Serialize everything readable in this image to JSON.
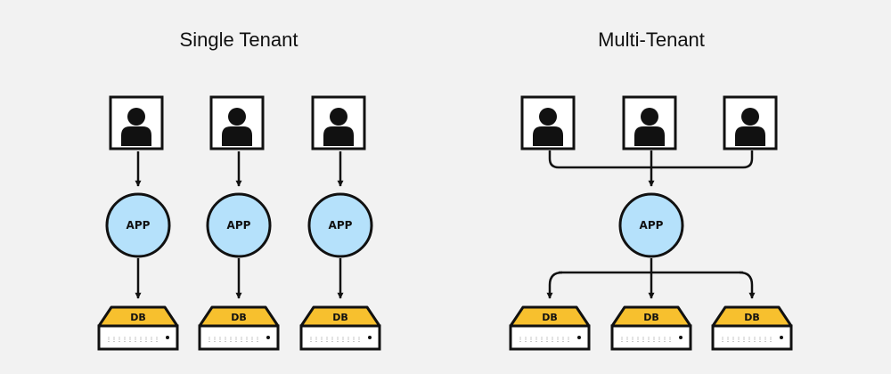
{
  "diagram": {
    "single_tenant": {
      "title": "Single Tenant",
      "app_labels": [
        "APP",
        "APP",
        "APP"
      ],
      "db_labels": [
        "DB",
        "DB",
        "DB"
      ]
    },
    "multi_tenant": {
      "title": "Multi-Tenant",
      "app_label": "APP",
      "db_labels": [
        "DB",
        "DB",
        "DB"
      ]
    }
  },
  "colors": {
    "background": "#f2f2f2",
    "app_fill": "#b5e1fb",
    "db_fill": "#f7c02e",
    "stroke": "#111111",
    "user_fill": "#ffffff"
  },
  "icons": {
    "user": "user-icon",
    "app": "app-node",
    "db": "database-server-icon"
  }
}
